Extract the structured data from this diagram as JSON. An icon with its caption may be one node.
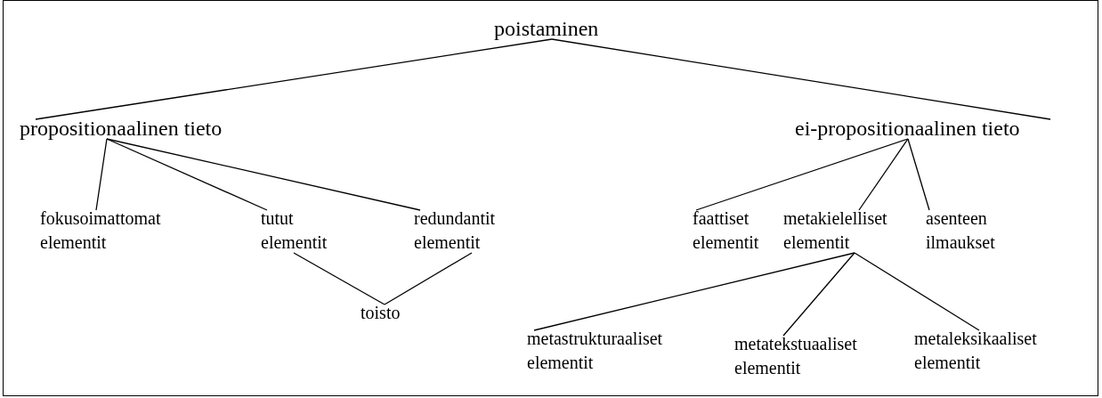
{
  "diagram": {
    "nodes": [
      {
        "text": [
          "poistaminen"
        ]
      },
      {
        "text": [
          "propositionaalinen tieto"
        ]
      },
      {
        "text": [
          "ei-propositionaalinen tieto"
        ]
      },
      {
        "text": [
          "fokusoimattomat elementit"
        ]
      },
      {
        "text": [
          "tutut elementit"
        ]
      },
      {
        "text": [
          "redundantit elementit"
        ]
      },
      {
        "text": [
          "toisto"
        ]
      },
      {
        "text": [
          "faattiset elementit"
        ]
      },
      {
        "text": [
          "metakielelliset elementit"
        ]
      },
      {
        "text": [
          "asenteen ilmaukset"
        ]
      },
      {
        "text": [
          "metastrukturaaliset elementit"
        ]
      },
      {
        "text": [
          "metatekstuaaliset elementit"
        ]
      },
      {
        "text": [
          "metaleksikaaliset elementit"
        ]
      }
    ],
    "edges": [
      {
        "from": 0,
        "to": 1,
        "arrow": "none"
      },
      {
        "from": 0,
        "to": 2,
        "arrow": "none"
      },
      {
        "from": 1,
        "to": 3,
        "arrow": "none"
      },
      {
        "from": 1,
        "to": 4,
        "arrow": "none"
      },
      {
        "from": 1,
        "to": 5,
        "arrow": "none"
      },
      {
        "from": 4,
        "to": 6,
        "arrow": "none"
      },
      {
        "from": 5,
        "to": 6,
        "arrow": "none"
      },
      {
        "from": 2,
        "to": 7,
        "arrow": "none"
      },
      {
        "from": 2,
        "to": 8,
        "arrow": "none"
      },
      {
        "from": 2,
        "to": 9,
        "arrow": "none"
      },
      {
        "from": 8,
        "to": 10,
        "arrow": "none"
      },
      {
        "from": 8,
        "to": 11,
        "arrow": "none"
      },
      {
        "from": 8,
        "to": 12,
        "arrow": "none"
      }
    ]
  }
}
